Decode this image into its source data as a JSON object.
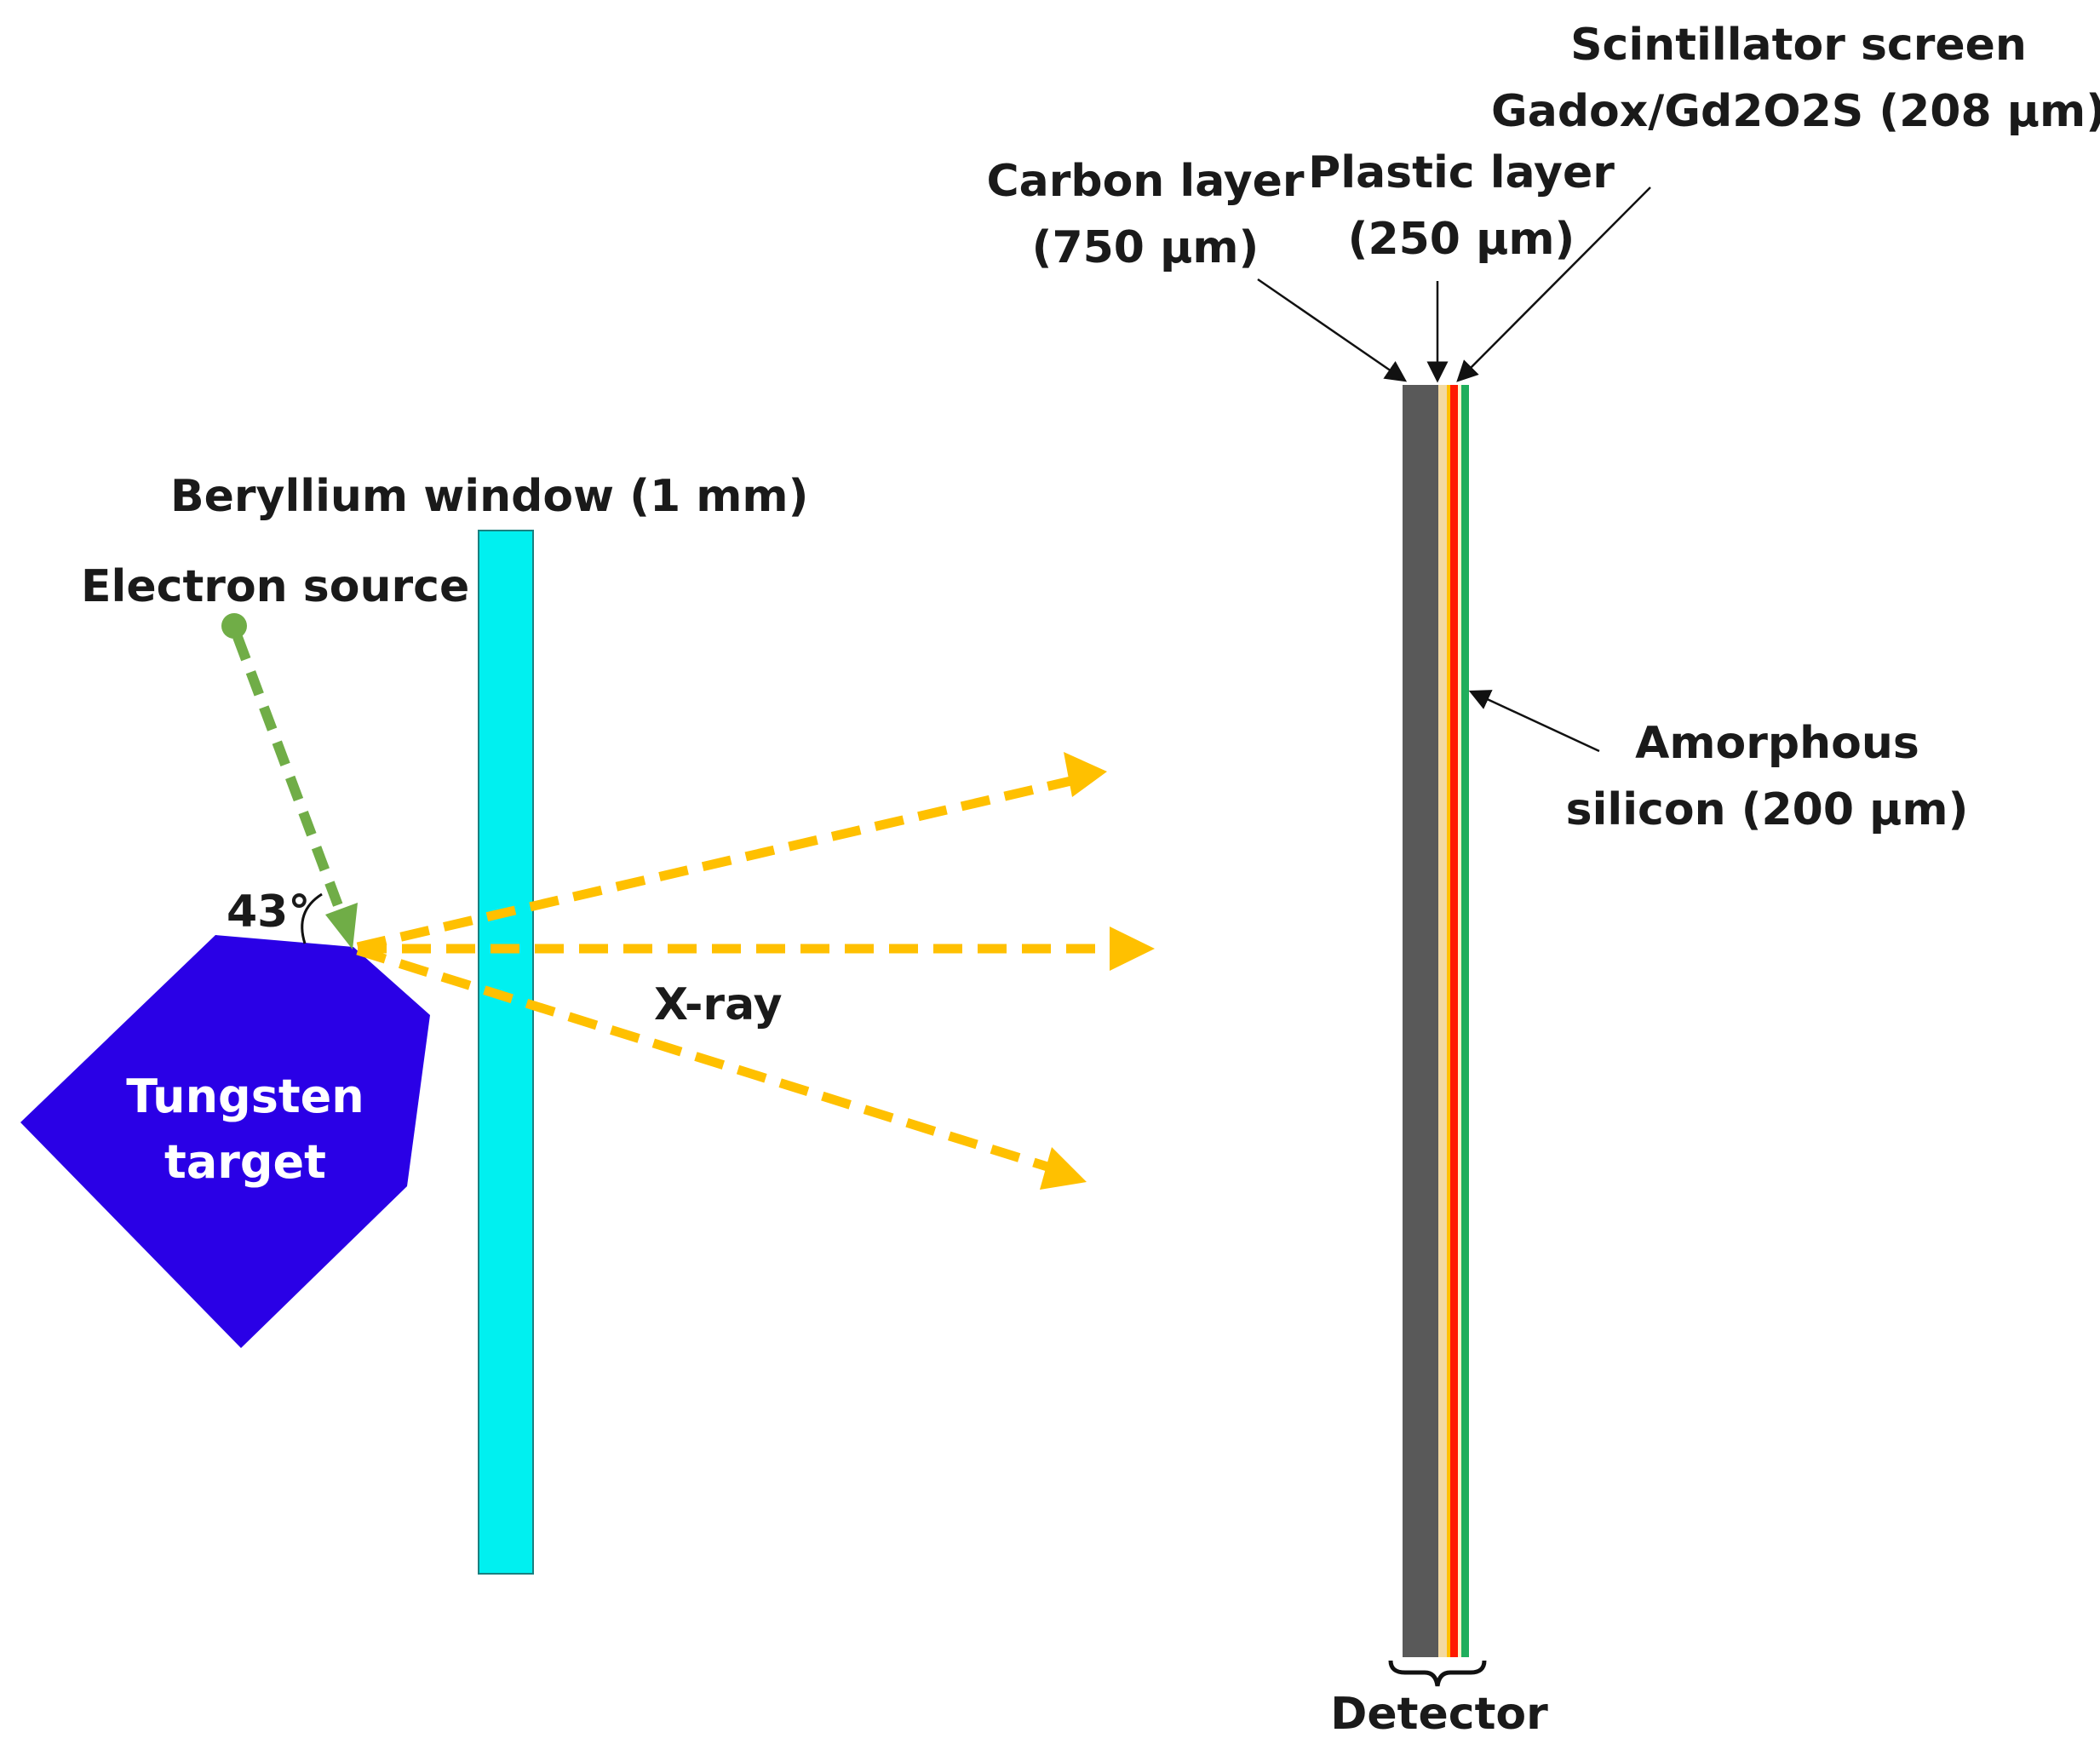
{
  "labels": {
    "scintillator_line1": "Scintillator screen",
    "scintillator_line2": "Gadox/Gd2O2S (208 µm)",
    "plastic_line1": "Plastic layer",
    "plastic_line2": "(250 µm)",
    "carbon_line1": "Carbon layer",
    "carbon_line2": "(750 µm)",
    "beryllium": "Beryllium window (1 mm)",
    "electron_source": "Electron source",
    "angle": "43°",
    "tungsten_line1": "Tungsten",
    "tungsten_line2": "target",
    "xray": "X-ray",
    "amorphous_line1": "Amorphous",
    "amorphous_line2": "silicon (200 µm)",
    "detector": "Detector"
  },
  "colors": {
    "tungsten": "#2a00e6",
    "beryllium": "#00f0f0",
    "carbon": "#595959",
    "plastic": "#f3d9a0",
    "scintillator_red": "#ff1a00",
    "scintillator_yellow": "#ffc000",
    "silicon": "#1fae5c",
    "electron_beam": "#70ad47",
    "xray": "#ffc000"
  }
}
